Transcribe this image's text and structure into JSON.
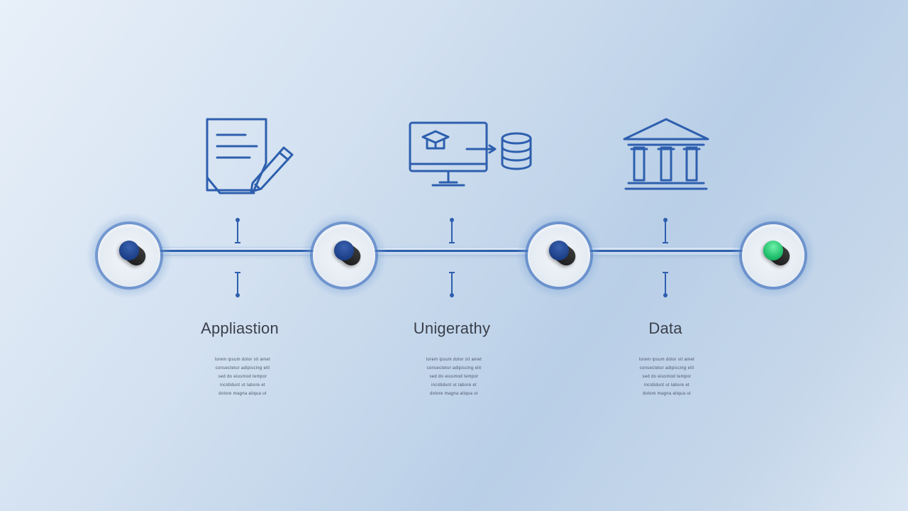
{
  "steps": [
    {
      "label": "Appliastion",
      "icon": "document-pencil-icon",
      "lines": [
        "lorem ipsum dolor sit amet",
        "consectetur adipiscing elit",
        "sed do eiusmod tempor",
        "incididunt ut labore et",
        "dolore magna aliqua ut"
      ]
    },
    {
      "label": "Unigerathy",
      "icon": "monitor-database-icon",
      "lines": [
        "lorem ipsum dolor sit amet",
        "consectetur adipiscing elit",
        "sed do eiusmod tempor",
        "incididunt ut labore et",
        "dolore magna aliqua ut"
      ]
    },
    {
      "label": "Data",
      "icon": "institution-building-icon",
      "lines": [
        "lorem ipsum dolor sit amet",
        "consectetur adipiscing elit",
        "sed do eiusmod tempor",
        "incididunt ut labore et",
        "dolore magna aliqua ut"
      ]
    }
  ],
  "colors": {
    "accent": "#2e5fae",
    "knob_blue": "#1b3d85",
    "knob_green": "#1fbf6c",
    "label_text": "#3a3f4a"
  }
}
